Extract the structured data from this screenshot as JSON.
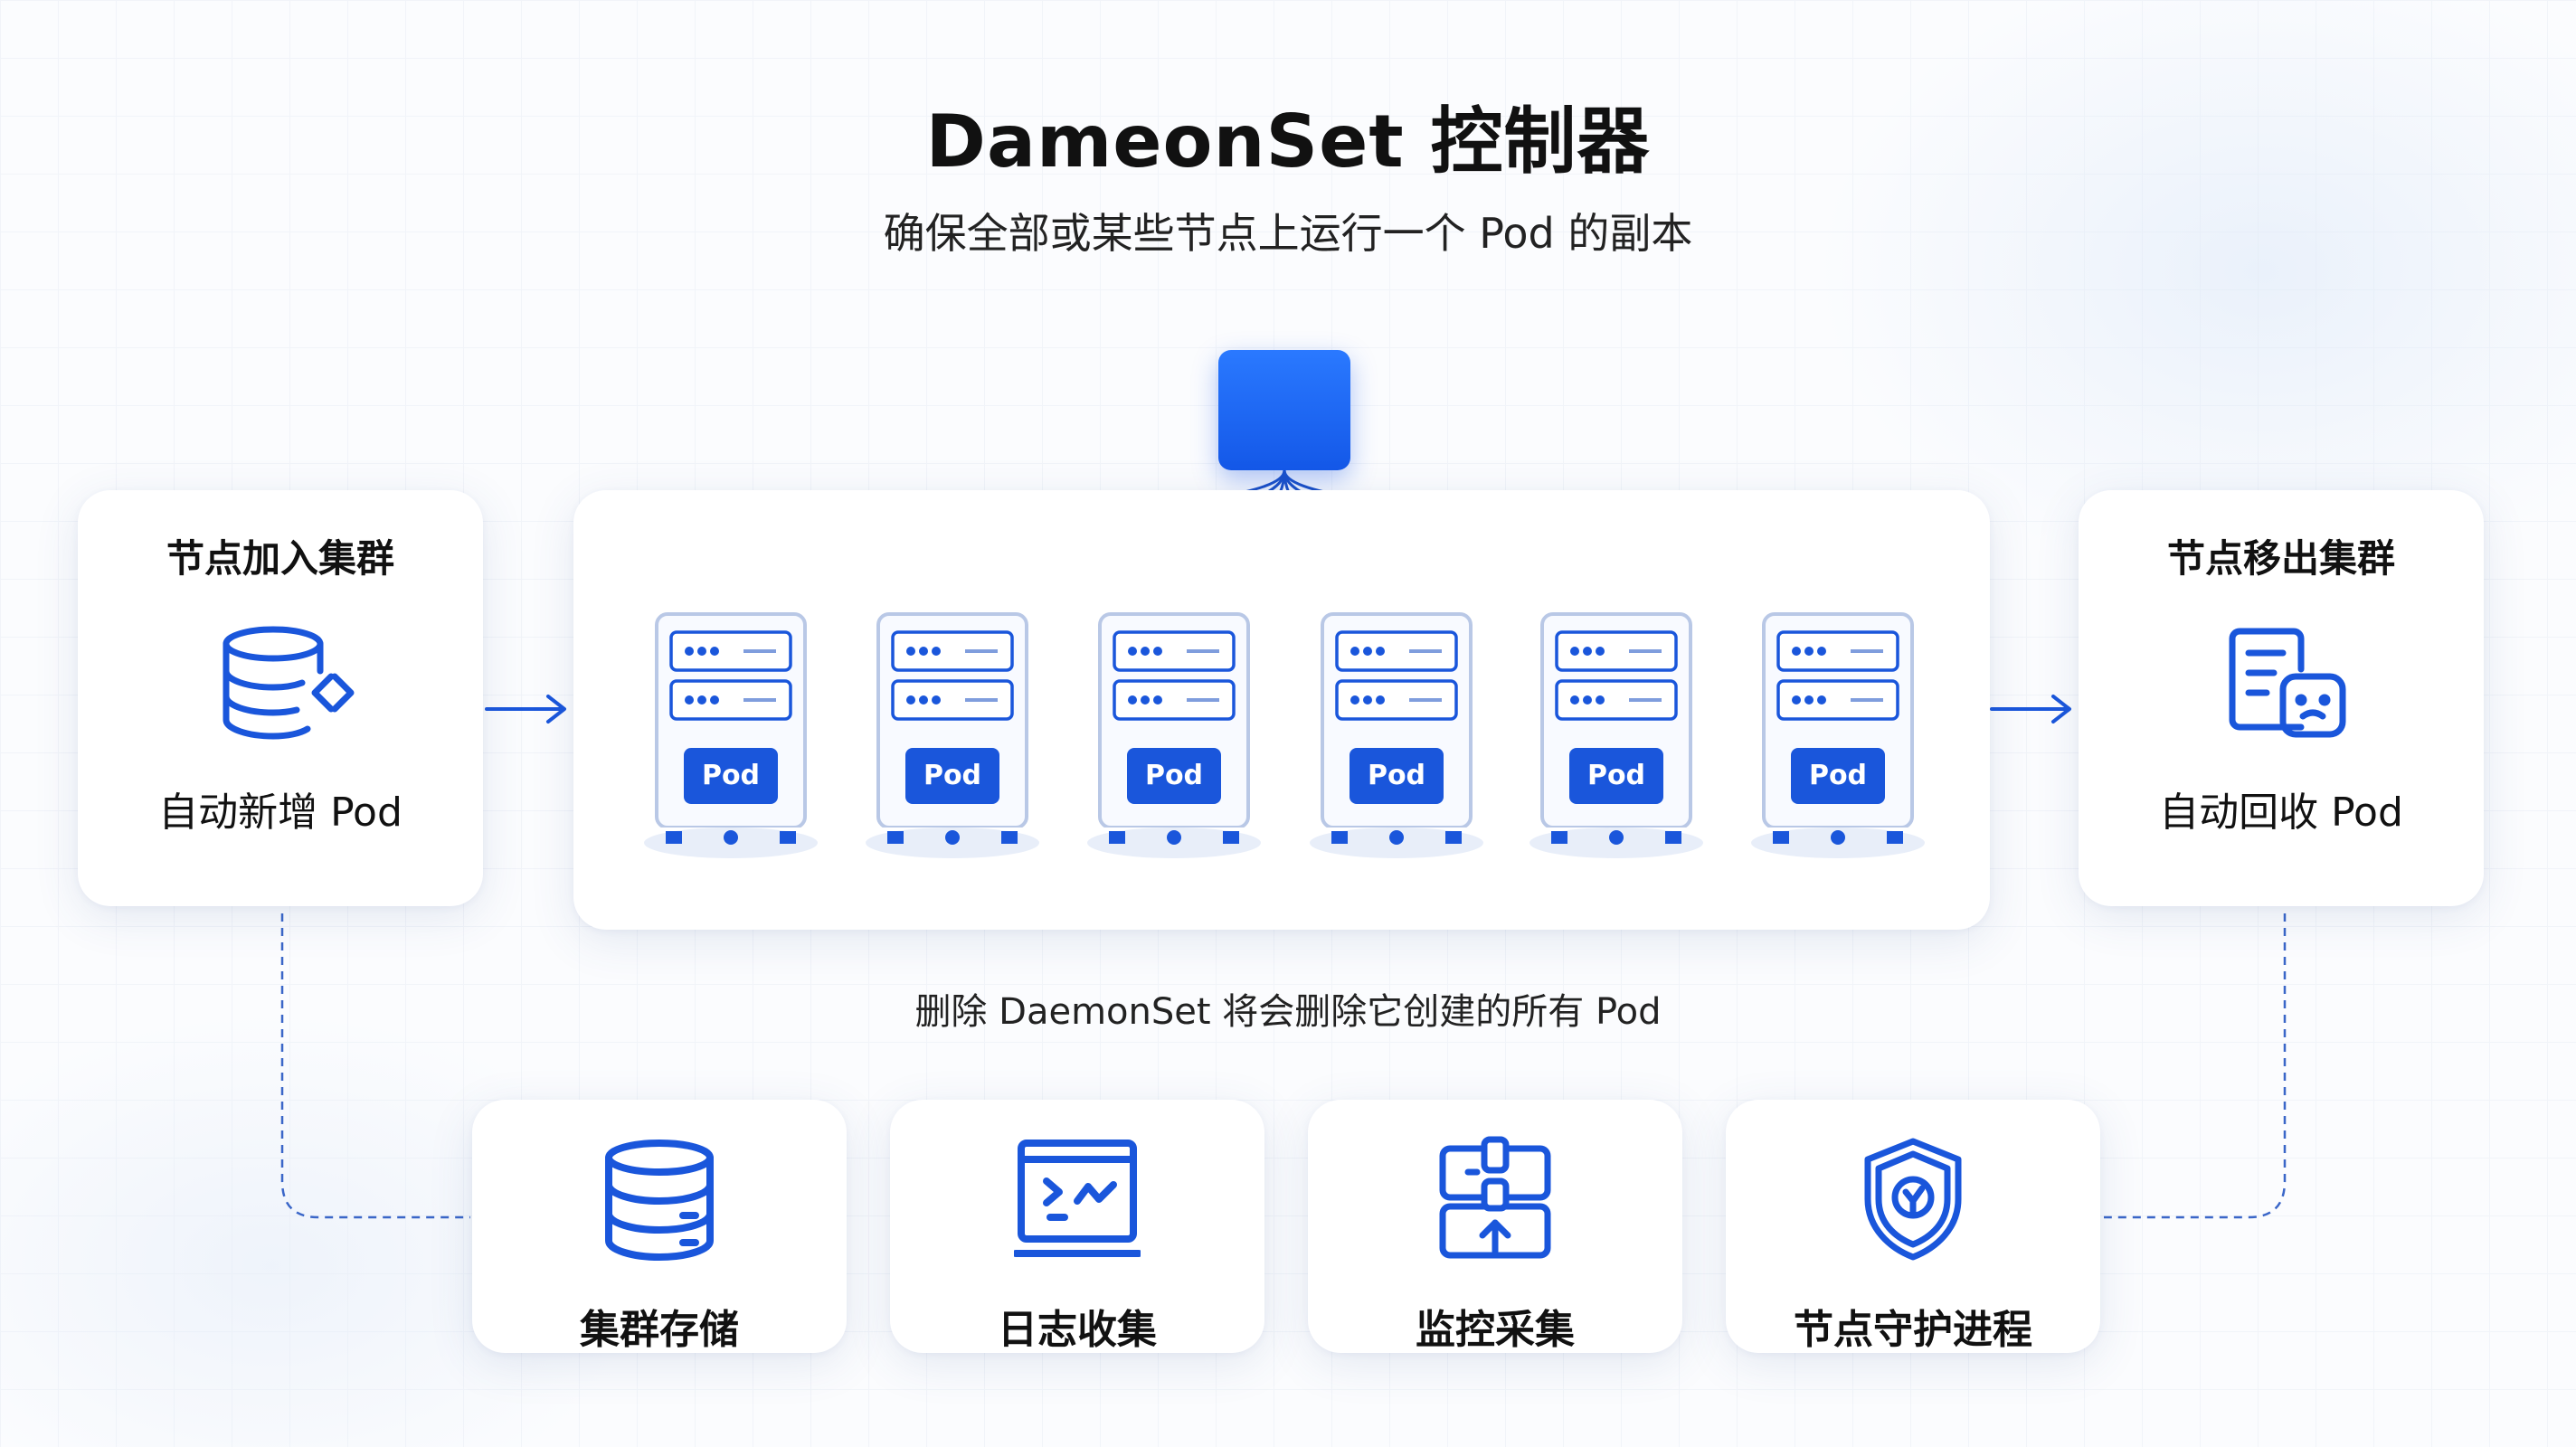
{
  "header": {
    "title": "DameonSet 控制器",
    "subtitle": "确保全部或某些节点上运行一个 Pod 的副本"
  },
  "controller": {
    "icon": "controller-square-icon"
  },
  "left_card": {
    "title": "节点加入集群",
    "icon": "database-sync-icon",
    "footer": "自动新增 Pod"
  },
  "right_card": {
    "title": "节点移出集群",
    "icon": "document-removal-icon",
    "footer": "自动回收 Pod"
  },
  "nodes": [
    {
      "pod_label": "Pod"
    },
    {
      "pod_label": "Pod"
    },
    {
      "pod_label": "Pod"
    },
    {
      "pod_label": "Pod"
    },
    {
      "pod_label": "Pod"
    },
    {
      "pod_label": "Pod"
    }
  ],
  "note": "删除 DaemonSet 将会删除它创建的所有 Pod",
  "features": [
    {
      "label": "集群存储",
      "icon": "database-icon"
    },
    {
      "label": "日志收集",
      "icon": "terminal-log-icon"
    },
    {
      "label": "监控采集",
      "icon": "monitor-collect-icon"
    },
    {
      "label": "节点守护进程",
      "icon": "shield-guard-icon"
    }
  ],
  "colors": {
    "primary": "#1a56db",
    "accent": "#1f6ef5",
    "text": "#111111",
    "card_bg": "#ffffff"
  }
}
